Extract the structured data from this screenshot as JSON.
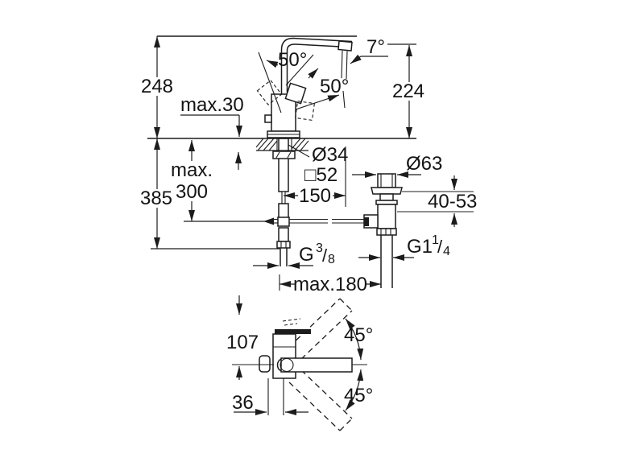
{
  "drawing": {
    "title": "faucet-dimensional-drawing",
    "colors": {
      "line": "#1c1c1c",
      "background": "#ffffff",
      "text": "#141414"
    },
    "side_view": {
      "total_height": "248",
      "deck_thickness_max": "max.30",
      "swivel_upper": "50°",
      "swivel_lower": "50°",
      "spout_angle": "7°",
      "outlet_height": "224",
      "below_deck_max_line1": "max.",
      "below_deck_max_line2": "300",
      "hose_length": "385",
      "shank_diameter": "Ø34",
      "base_square": "□52",
      "spout_reach": "150",
      "waste_flange_diameter": "Ø63",
      "clamping_range": "40-53",
      "supply_thread_prefix": "G",
      "supply_thread_numerator": "3",
      "supply_thread_slash": "/",
      "supply_thread_denominator": "8",
      "waste_thread_prefix": "G1",
      "waste_thread_numerator": "1",
      "waste_thread_slash": "/",
      "waste_thread_denominator": "4",
      "hole_distance_max": "max.180"
    },
    "plan_view": {
      "spout_height": "107",
      "spout_offset": "36",
      "swing_upper": "45°",
      "swing_lower": "45°"
    }
  }
}
